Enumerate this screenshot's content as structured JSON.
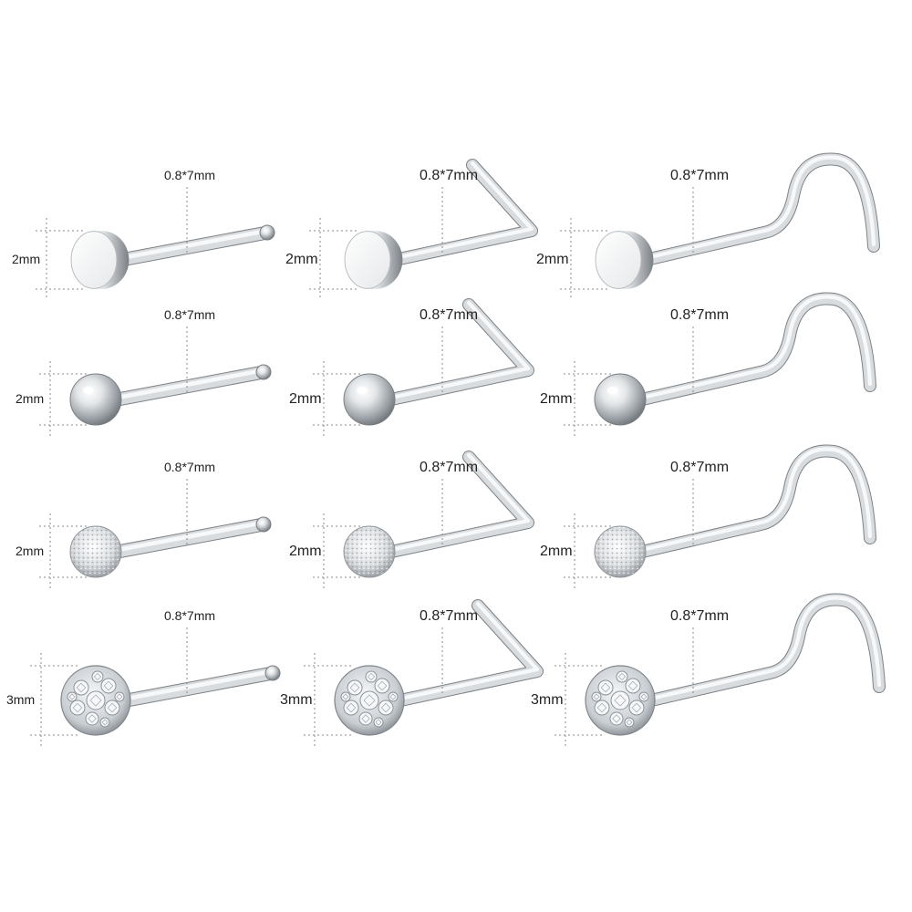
{
  "catalog": {
    "background": "#ffffff",
    "metal_color": "#c0c4c8",
    "rows": [
      {
        "head_style": "flat-disc-icon",
        "items": [
          {
            "bar_style": "straight-bone",
            "length_label": "0.8*7mm",
            "diameter_label": "2mm"
          },
          {
            "bar_style": "l-shape",
            "length_label": "0.8*7mm",
            "diameter_label": "2mm"
          },
          {
            "bar_style": "screw",
            "length_label": "0.8*7mm",
            "diameter_label": "2mm"
          }
        ]
      },
      {
        "head_style": "ball-icon",
        "items": [
          {
            "bar_style": "straight-bone",
            "length_label": "0.8*7mm",
            "diameter_label": "2mm"
          },
          {
            "bar_style": "l-shape",
            "length_label": "0.8*7mm",
            "diameter_label": "2mm"
          },
          {
            "bar_style": "screw",
            "length_label": "0.8*7mm",
            "diameter_label": "2mm"
          }
        ]
      },
      {
        "head_style": "sparkle-ball-icon",
        "items": [
          {
            "bar_style": "straight-bone",
            "length_label": "0.8*7mm",
            "diameter_label": "2mm"
          },
          {
            "bar_style": "l-shape",
            "length_label": "0.8*7mm",
            "diameter_label": "2mm"
          },
          {
            "bar_style": "screw",
            "length_label": "0.8*7mm",
            "diameter_label": "2mm"
          }
        ]
      },
      {
        "head_style": "crystal-ball-icon",
        "items": [
          {
            "bar_style": "straight-bone",
            "length_label": "0.8*7mm",
            "diameter_label": "3mm"
          },
          {
            "bar_style": "l-shape",
            "length_label": "0.8*7mm",
            "diameter_label": "3mm"
          },
          {
            "bar_style": "screw",
            "length_label": "0.8*7mm",
            "diameter_label": "3mm"
          }
        ]
      }
    ]
  }
}
